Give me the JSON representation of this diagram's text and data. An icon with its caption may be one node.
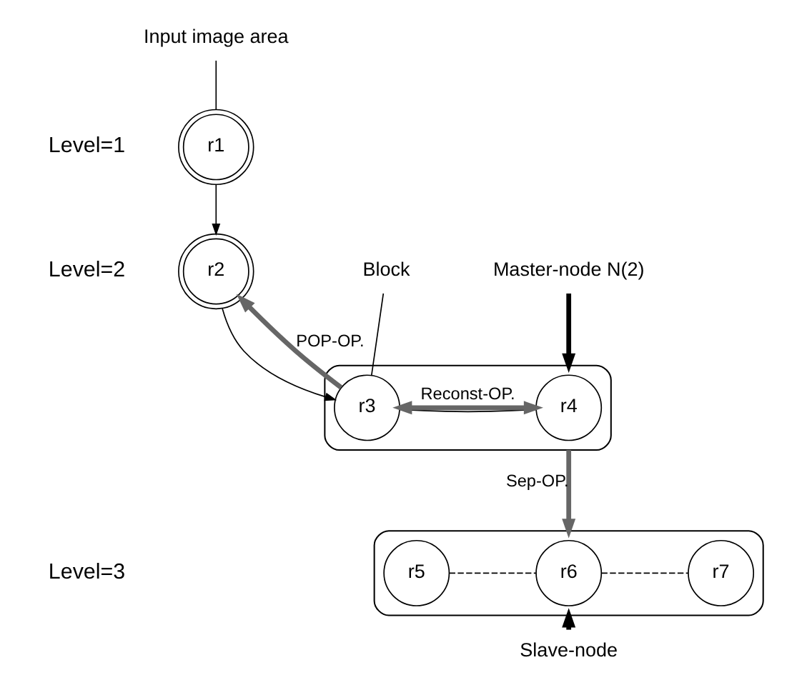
{
  "diagram": {
    "nodes": [
      {
        "text": [
          "Input image area"
        ]
      },
      {
        "text": [
          "r1"
        ]
      },
      {
        "text": [
          "Master-node N(2)"
        ]
      },
      {
        "text": [
          "Block"
        ]
      },
      {
        "text": [
          "r2"
        ]
      },
      {
        "text": [],
        "shape": "ellipse"
      },
      {
        "text": [
          "r3"
        ],
        "in": 5
      },
      {
        "text": [
          "r4"
        ],
        "in": 5
      },
      {
        "text": [],
        "shape": "ellipse"
      },
      {
        "text": [
          "r5"
        ],
        "in": 8
      },
      {
        "text": [
          "r6"
        ],
        "in": 8
      },
      {
        "text": [
          "r7"
        ],
        "in": 8
      },
      {
        "text": [
          "Slave-node"
        ]
      }
    ],
    "edges": [
      {
        "from": 0,
        "to": 1,
        "arrow": "none"
      },
      {
        "from": 3,
        "to": 6,
        "arrow": "none"
      },
      {
        "from": 2,
        "to": 5,
        "arrow": "to",
        "style": "thick"
      },
      {
        "from": 1,
        "to": 4,
        "arrow": "to"
      },
      {
        "from": 4,
        "to": 6,
        "arrow": "to"
      },
      {
        "from": 6,
        "to": 4,
        "arrow": "to",
        "label": "POP-OP.",
        "style": "thick",
        "color": "#666666"
      },
      {
        "from": 6,
        "to": 7,
        "arrow": "none"
      },
      {
        "from": 6,
        "to": 7,
        "arrow": "both",
        "label": "Reconst-OP.",
        "style": "thick",
        "color": "#666666"
      },
      {
        "from": 5,
        "to": 8,
        "arrow": "to",
        "label": "Sep-OP.",
        "style": "thick",
        "color": "#666666"
      },
      {
        "from": 9,
        "to": 10,
        "arrow": "none",
        "style": "dashed"
      },
      {
        "from": 10,
        "to": 11,
        "arrow": "none",
        "style": "dashed"
      },
      {
        "from": 12,
        "to": 8,
        "arrow": "to",
        "style": "thick"
      }
    ],
    "labels": [
      "Level=1",
      "Level=2",
      "Level=3"
    ]
  }
}
